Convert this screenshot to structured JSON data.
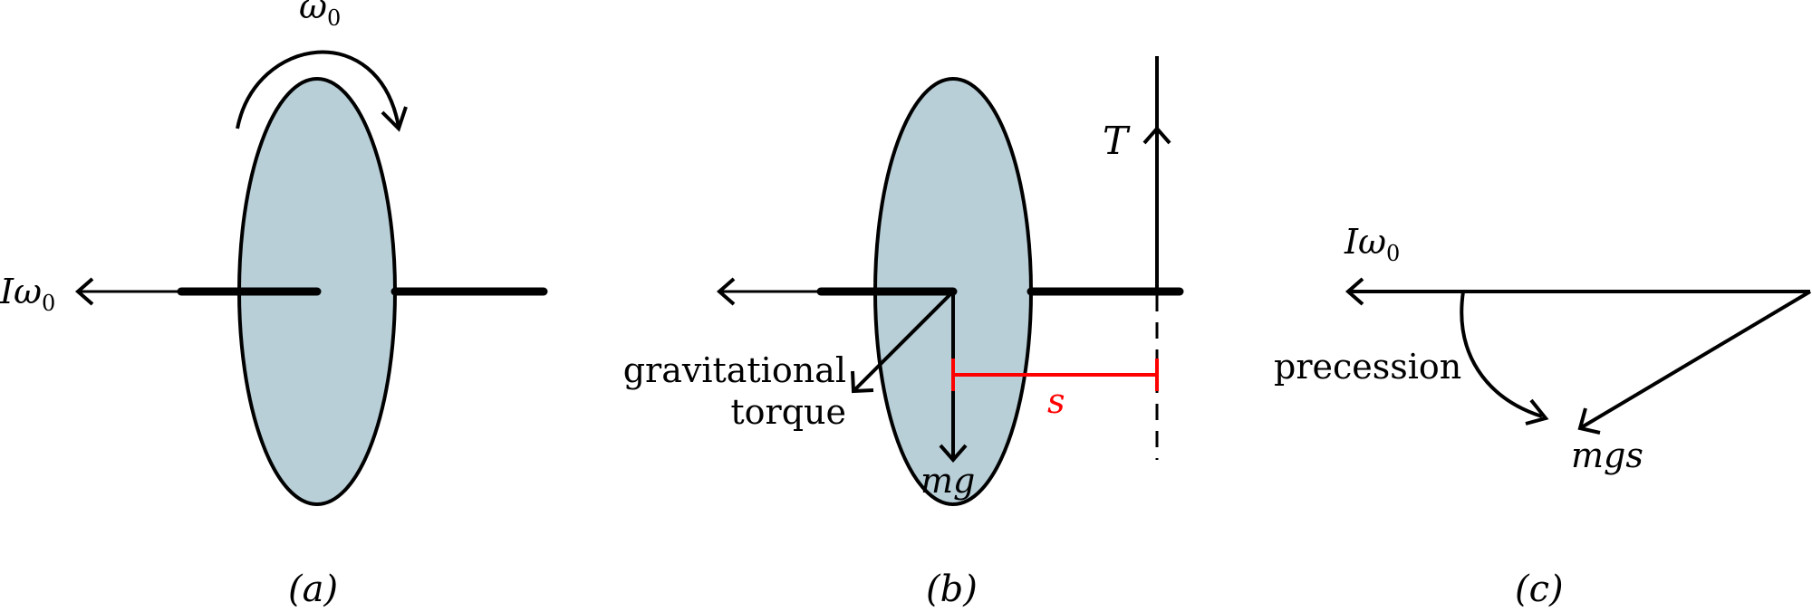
{
  "panel_a": {
    "omega_label": "ω",
    "omega_sub": "0",
    "Iw_label": "Iω",
    "Iw_sub": "0",
    "caption": "(a)"
  },
  "panel_b": {
    "T_label": "T",
    "grav_line1": "gravitational",
    "grav_line2": "torque",
    "s_label": "s",
    "mg_label": "mg",
    "caption": "(b)"
  },
  "panel_c": {
    "Iw_label": "Iω",
    "Iw_sub": "0",
    "precession_label": "precession",
    "mgs_label": "mgs",
    "caption": "(c)"
  },
  "colors": {
    "disc_fill": "#b8cfd7",
    "stroke": "#000000",
    "lever_arm": "#ff0000"
  }
}
